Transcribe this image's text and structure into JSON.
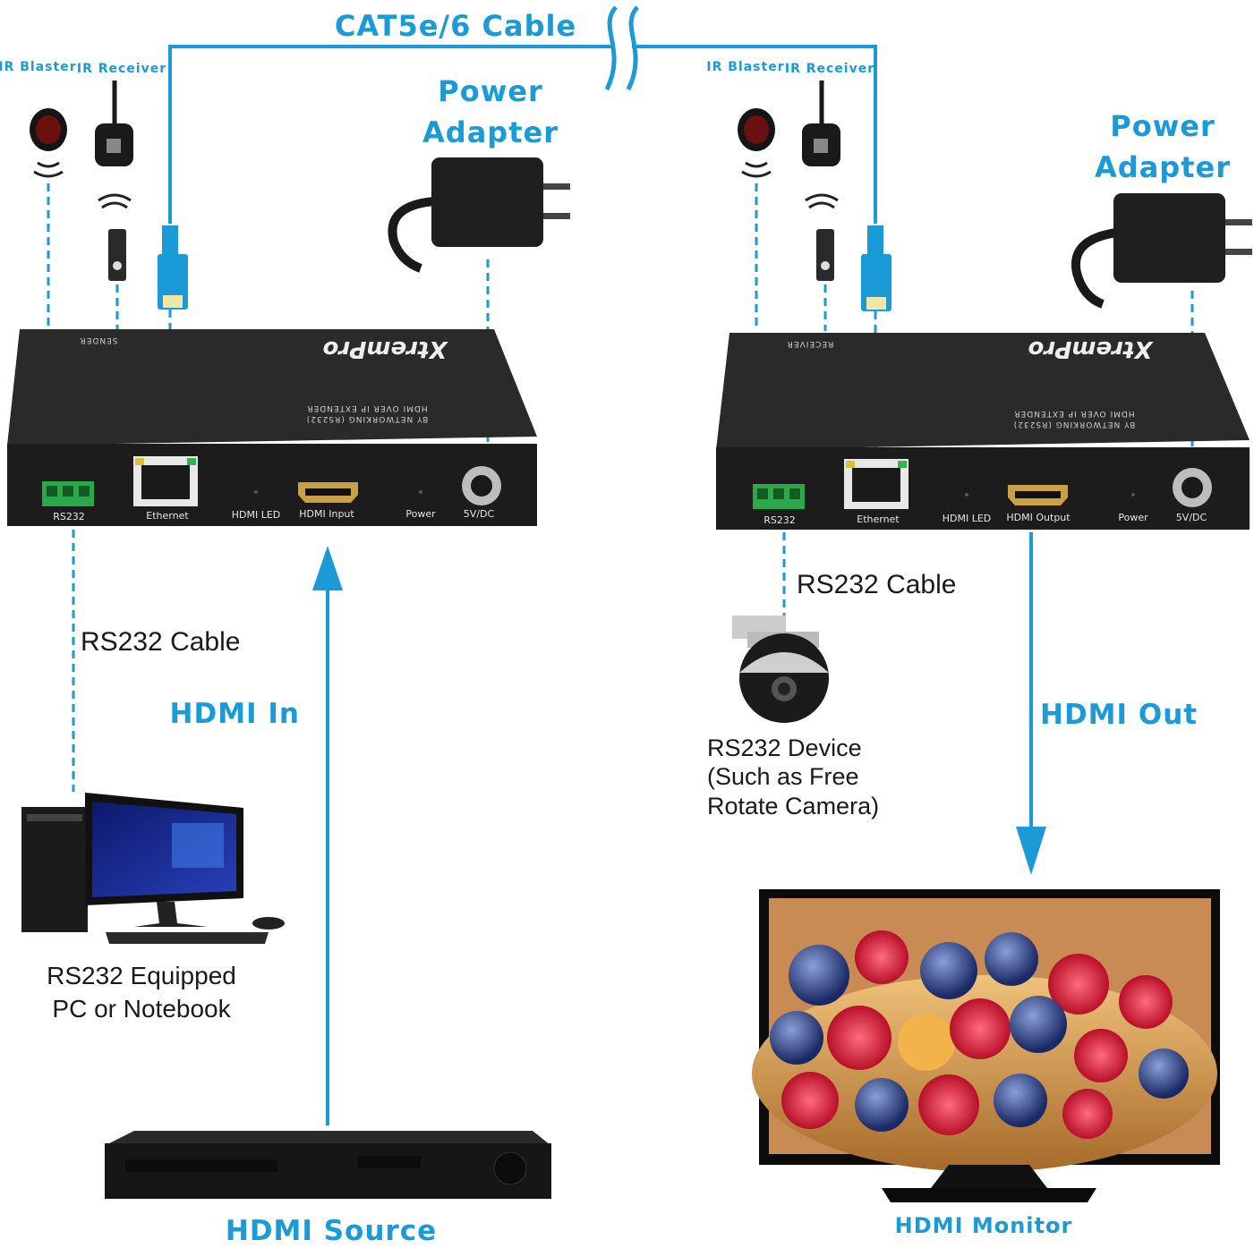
{
  "cable": {
    "label": "CAT5e/6 Cable"
  },
  "sender": {
    "ir_blaster": "IR Blaster",
    "ir_receiver": "IR Receiver",
    "power_adapter_line1": "Power",
    "power_adapter_line2": "Adapter",
    "brand": "XtremPro",
    "model_line1": "HDMI OVER IP EXTENDER",
    "model_line2": "BY NETWORKING (RS232)",
    "unit_type": "SENDER",
    "ports": [
      "RS232",
      "Ethernet",
      "HDMI LED",
      "HDMI Input",
      "Power",
      "5V/DC"
    ],
    "rs232_cable": "RS232 Cable",
    "hdmi_in": "HDMI In",
    "pc_line1": "RS232 Equipped",
    "pc_line2": "PC or Notebook",
    "source_label": "HDMI Source"
  },
  "receiver": {
    "ir_blaster": "IR Blaster",
    "ir_receiver": "IR Receiver",
    "power_adapter_line1": "Power",
    "power_adapter_line2": "Adapter",
    "brand": "XtremPro",
    "model_line1": "HDMI OVER IP EXTENDER",
    "model_line2": "BY NETWORKING (RS232)",
    "unit_type": "RECEIVER",
    "ports": [
      "RS232",
      "Ethernet",
      "HDMI LED",
      "HDMI Output",
      "Power",
      "5V/DC"
    ],
    "rs232_cable": "RS232 Cable",
    "device_line1": "RS232 Device",
    "device_line2": "(Such as Free",
    "device_line3": "Rotate Camera)",
    "hdmi_out": "HDMI Out",
    "monitor_label": "HDMI Monitor"
  },
  "colors": {
    "accent": "#1a9ad6",
    "device_body": "#1c1c1c",
    "rs232_green": "#2aa84a"
  }
}
